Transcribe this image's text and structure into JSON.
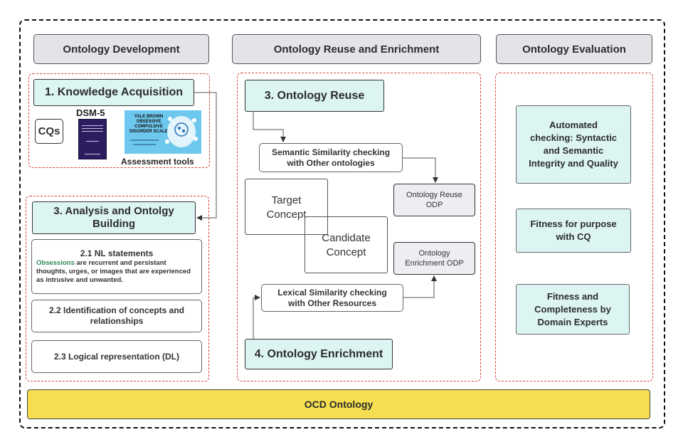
{
  "headers": {
    "development": "Ontology Development",
    "reuse_enrichment": "Ontology Reuse and Enrichment",
    "evaluation": "Ontology Evaluation"
  },
  "development": {
    "knowledge_acquisition": "1. Knowledge Acquisition",
    "cqs": "CQs",
    "dsm_label": "DSM-5",
    "assessment_label": "Assessment tools",
    "assessment_image_title": "YALE BROWN OBSESSIVE COMPULSIVE DISORDER SCALE",
    "analysis_line1": "3. Analysis and Ontolgy",
    "analysis_line2": "Building",
    "nl_title": "2.1 NL statements",
    "nl_keyword": "Obsessions",
    "nl_text": " are recurrent and persistant thoughts, urges, or images that are experienced as intrusive and unwanted.",
    "identification_line1": "2.2 Identification of concepts and",
    "identification_line2": "relationships",
    "logical": "2.3 Logical representation (DL)"
  },
  "reuse": {
    "ontology_reuse": "3. Ontology Reuse",
    "semantic_line1": "Semantic Similarity checking",
    "semantic_line2": "with Other ontologies",
    "target_line1": "Target",
    "target_line2": "Concept",
    "candidate_line1": "Candidate",
    "candidate_line2": "Concept",
    "reuse_odp_line1": "Ontology Reuse",
    "reuse_odp_line2": "ODP",
    "enrich_odp_line1": "Ontology",
    "enrich_odp_line2": "Enrichment ODP",
    "lexical_line1": "Lexical Similarity checking",
    "lexical_line2": "with Other Resources",
    "ontology_enrichment": "4. Ontology Enrichment"
  },
  "evaluation": {
    "automated_line1": "Automated",
    "automated_line2": "checking: Syntactic",
    "automated_line3": "and Semantic",
    "automated_line4": "Integrity and Quality",
    "fitness_line1": "Fitness for purpose",
    "fitness_line2": "with CQ",
    "completeness_line1": "Fitness and",
    "completeness_line2": "Completeness by",
    "completeness_line3": "Domain Experts"
  },
  "final": "OCD Ontology",
  "colors": {
    "teal": "#dcf5f3",
    "header_gray": "#e3e4e8",
    "red_dashed": "#d9423f",
    "yellow": "#f5de50",
    "obsessions_green": "#2e8b57"
  }
}
